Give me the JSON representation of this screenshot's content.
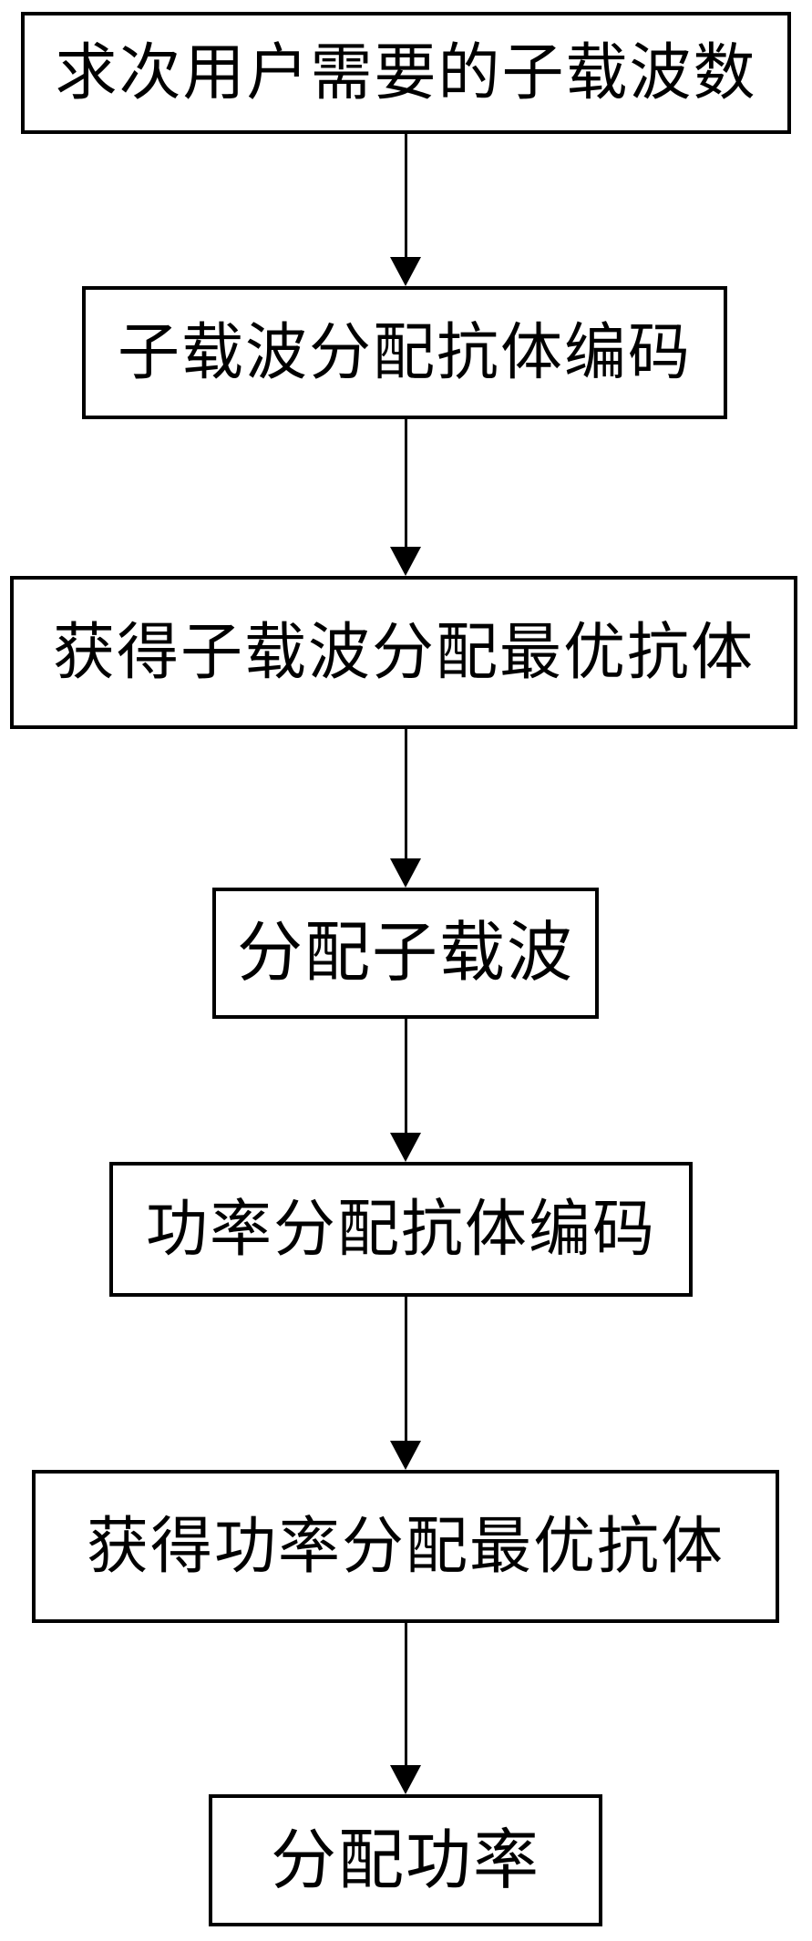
{
  "diagram": {
    "type": "flowchart",
    "orientation": "top-down",
    "colors": {
      "background": "#ffffff",
      "node_border": "#000000",
      "node_fill": "#ffffff",
      "text": "#000000",
      "arrow": "#000000"
    },
    "nodes": [
      {
        "id": "step-1",
        "label": "求次用户需要的子载波数"
      },
      {
        "id": "step-2",
        "label": "子载波分配抗体编码"
      },
      {
        "id": "step-3",
        "label": "获得子载波分配最优抗体"
      },
      {
        "id": "step-4",
        "label": "分配子载波"
      },
      {
        "id": "step-5",
        "label": "功率分配抗体编码"
      },
      {
        "id": "step-6",
        "label": "获得功率分配最优抗体"
      },
      {
        "id": "step-7",
        "label": "分配功率"
      }
    ],
    "edges": [
      {
        "from": "step-1",
        "to": "step-2"
      },
      {
        "from": "step-2",
        "to": "step-3"
      },
      {
        "from": "step-3",
        "to": "step-4"
      },
      {
        "from": "step-4",
        "to": "step-5"
      },
      {
        "from": "step-5",
        "to": "step-6"
      },
      {
        "from": "step-6",
        "to": "step-7"
      }
    ]
  }
}
